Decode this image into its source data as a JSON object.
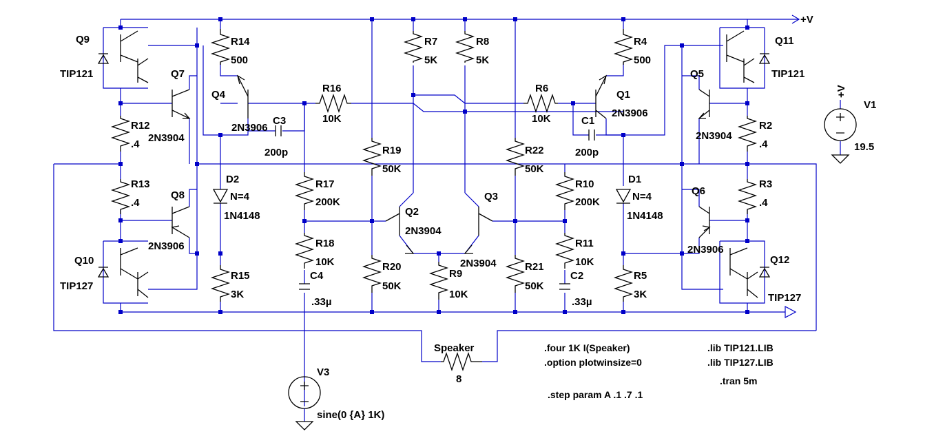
{
  "schematic": {
    "supply_label": "+V",
    "sources": {
      "V1": {
        "name": "V1",
        "value": "19.5",
        "node": "+V"
      },
      "V3": {
        "name": "V3",
        "value": "sine(0 {A} 1K)"
      }
    },
    "transistors": {
      "Q1": {
        "name": "Q1",
        "model": "2N3906"
      },
      "Q2": {
        "name": "Q2",
        "model": "2N3904"
      },
      "Q3": {
        "name": "Q3",
        "model": "2N3904"
      },
      "Q4": {
        "name": "Q4",
        "model": "2N3906"
      },
      "Q5": {
        "name": "Q5",
        "model": "2N3904"
      },
      "Q6": {
        "name": "Q6",
        "model": "2N3906"
      },
      "Q7": {
        "name": "Q7",
        "model": "2N3904"
      },
      "Q8": {
        "name": "Q8",
        "model": "2N3906"
      },
      "Q9": {
        "name": "Q9",
        "model": "TIP121"
      },
      "Q10": {
        "name": "Q10",
        "model": "TIP127"
      },
      "Q11": {
        "name": "Q11",
        "model": "TIP121"
      },
      "Q12": {
        "name": "Q12",
        "model": "TIP127"
      }
    },
    "resistors": {
      "R2": {
        "name": "R2",
        "value": ".4"
      },
      "R3": {
        "name": "R3",
        "value": ".4"
      },
      "R4": {
        "name": "R4",
        "value": "500"
      },
      "R5": {
        "name": "R5",
        "value": "3K"
      },
      "R6": {
        "name": "R6",
        "value": "10K"
      },
      "R7": {
        "name": "R7",
        "value": "5K"
      },
      "R8": {
        "name": "R8",
        "value": "5K"
      },
      "R9": {
        "name": "R9",
        "value": "10K"
      },
      "R10": {
        "name": "R10",
        "value": "200K"
      },
      "R11": {
        "name": "R11",
        "value": "10K"
      },
      "R12": {
        "name": "R12",
        "value": ".4"
      },
      "R13": {
        "name": "R13",
        "value": ".4"
      },
      "R14": {
        "name": "R14",
        "value": "500"
      },
      "R15": {
        "name": "R15",
        "value": "3K"
      },
      "R16": {
        "name": "R16",
        "value": "10K"
      },
      "R17": {
        "name": "R17",
        "value": "200K"
      },
      "R18": {
        "name": "R18",
        "value": "10K"
      },
      "R19": {
        "name": "R19",
        "value": "50K"
      },
      "R20": {
        "name": "R20",
        "value": "50K"
      },
      "R21": {
        "name": "R21",
        "value": "50K"
      },
      "R22": {
        "name": "R22",
        "value": "50K"
      },
      "Speaker": {
        "name": "Speaker",
        "value": "8"
      }
    },
    "capacitors": {
      "C1": {
        "name": "C1",
        "value": "200p"
      },
      "C2": {
        "name": "C2",
        "value": ".33µ"
      },
      "C3": {
        "name": "C3",
        "value": "200p"
      },
      "C4": {
        "name": "C4",
        "value": ".33µ"
      }
    },
    "diodes": {
      "D1": {
        "name": "D1",
        "param": "N=4",
        "model": "1N4148"
      },
      "D2": {
        "name": "D2",
        "param": "N=4",
        "model": "1N4148"
      }
    },
    "directives": [
      ".four 1K I(Speaker)",
      ".option plotwinsize=0",
      ".step param A .1 .7 .1",
      ".lib TIP121.LIB",
      ".lib TIP127.LIB",
      ".tran 5m"
    ]
  }
}
